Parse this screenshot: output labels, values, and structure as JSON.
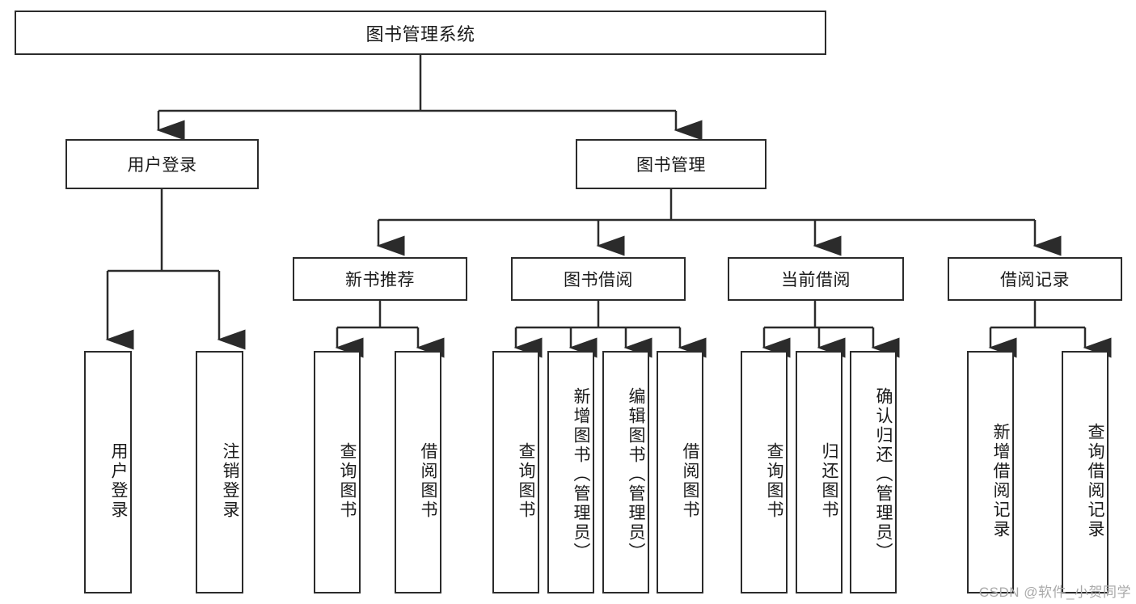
{
  "diagram": {
    "title": "图书管理系统",
    "type": "tree",
    "colors": {
      "stroke": "#2b2b2b",
      "background": "#ffffff",
      "text": "#1a1a1a",
      "watermark": "#a9a9a9"
    },
    "root": {
      "label": "图书管理系统"
    },
    "level2": [
      {
        "id": "user-login",
        "label": "用户登录"
      },
      {
        "id": "book-management",
        "label": "图书管理"
      }
    ],
    "level3": [
      {
        "id": "new-book-recommendation",
        "label": "新书推荐"
      },
      {
        "id": "book-borrowing",
        "label": "图书借阅"
      },
      {
        "id": "current-borrowing",
        "label": "当前借阅"
      },
      {
        "id": "borrowing-records",
        "label": "借阅记录"
      }
    ],
    "leaves": {
      "user-login": [
        {
          "id": "leaf-user-login",
          "label": "用户登录"
        },
        {
          "id": "leaf-user-logout",
          "label": "注销登录"
        }
      ],
      "new-book-recommendation": [
        {
          "id": "leaf-query-books-1",
          "label": "查询图书"
        },
        {
          "id": "leaf-borrow-books-1",
          "label": "借阅图书"
        }
      ],
      "book-borrowing": [
        {
          "id": "leaf-query-books-2",
          "label": "查询图书"
        },
        {
          "id": "leaf-add-book",
          "label": "新增图书（管理员）"
        },
        {
          "id": "leaf-edit-book",
          "label": "编辑图书（管理员）"
        },
        {
          "id": "leaf-borrow-books-2",
          "label": "借阅图书"
        }
      ],
      "current-borrowing": [
        {
          "id": "leaf-query-books-3",
          "label": "查询图书"
        },
        {
          "id": "leaf-return-book",
          "label": "归还图书"
        },
        {
          "id": "leaf-confirm-return",
          "label": "确认归还（管理员）"
        }
      ],
      "borrowing-records": [
        {
          "id": "leaf-add-record",
          "label": "新增借阅记录"
        },
        {
          "id": "leaf-query-record",
          "label": "查询借阅记录"
        }
      ]
    }
  },
  "watermark": {
    "text": "CSDN @软件_小贺同学"
  }
}
